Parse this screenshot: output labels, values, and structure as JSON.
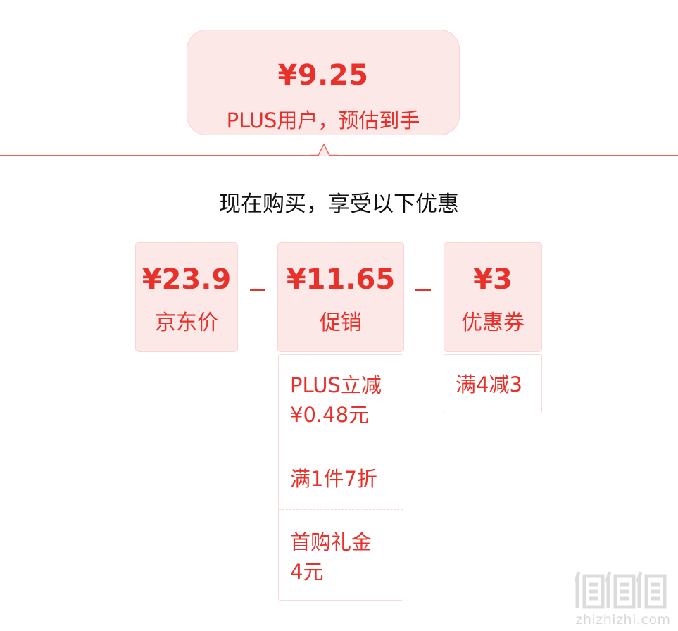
{
  "final": {
    "price": "¥9.25",
    "description": "PLUS用户，预估到手"
  },
  "offer_title": "现在购买，享受以下优惠",
  "boxes": {
    "jd_price": {
      "amount": "¥23.9",
      "label": "京东价"
    },
    "promotion": {
      "amount": "¥11.65",
      "label": "促销"
    },
    "coupon": {
      "amount": "¥3",
      "label": "优惠券"
    }
  },
  "promotion_details": [
    {
      "line1": "PLUS立减",
      "line2": "¥0.48元"
    },
    {
      "line1": "满1件7折"
    },
    {
      "line1": "首购礼金",
      "line2": "4元"
    }
  ],
  "coupon_details": [
    {
      "line1": "满4减3"
    }
  ],
  "watermark": {
    "text": "zhizhizhi.com",
    "logo_icon": "zhi-logo-watermark"
  },
  "colors": {
    "accent": "#e8312b",
    "box_background": "#fde8e8",
    "divider": "#e06a62"
  }
}
